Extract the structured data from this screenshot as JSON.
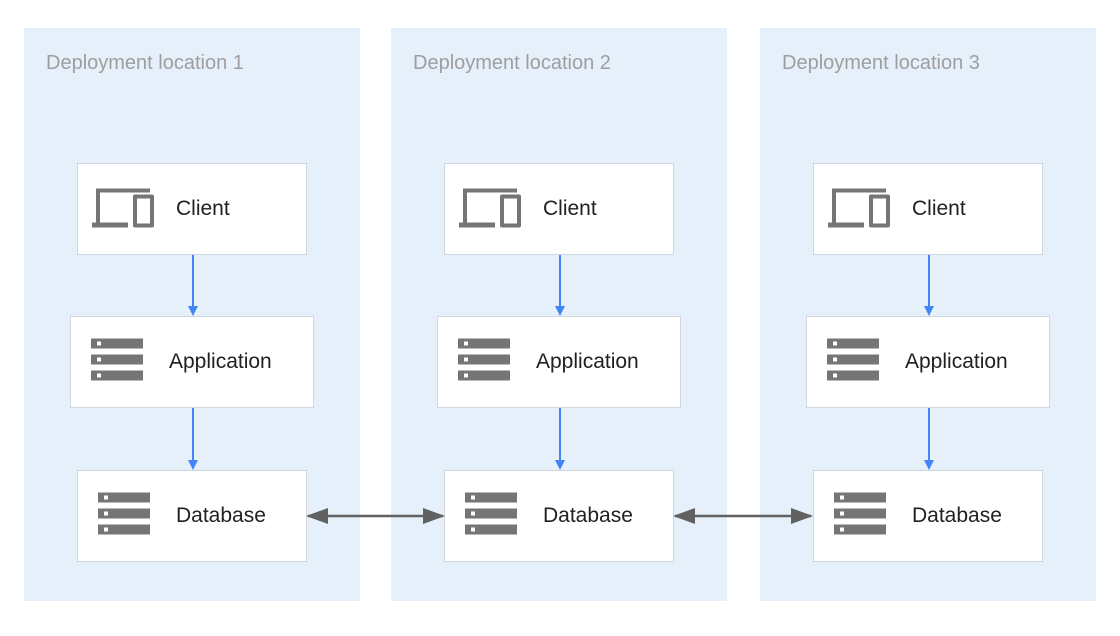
{
  "colors": {
    "panel_bg": "#e6f0fb",
    "flow_arrow": "#4285f4",
    "replication_arrow": "#616161",
    "icon": "#757575"
  },
  "locations": [
    {
      "title": "Deployment location 1",
      "client": {
        "label": "Client",
        "icon": "devices-icon"
      },
      "application": {
        "label": "Application",
        "icon": "server-icon"
      },
      "database": {
        "label": "Database",
        "icon": "server-icon"
      }
    },
    {
      "title": "Deployment location 2",
      "client": {
        "label": "Client",
        "icon": "devices-icon"
      },
      "application": {
        "label": "Application",
        "icon": "server-icon"
      },
      "database": {
        "label": "Database",
        "icon": "server-icon"
      }
    },
    {
      "title": "Deployment location 3",
      "client": {
        "label": "Client",
        "icon": "devices-icon"
      },
      "application": {
        "label": "Application",
        "icon": "server-icon"
      },
      "database": {
        "label": "Database",
        "icon": "server-icon"
      }
    }
  ],
  "connections": [
    {
      "from": "Client",
      "to": "Application",
      "direction": "one-way"
    },
    {
      "from": "Application",
      "to": "Database",
      "direction": "one-way"
    },
    {
      "from": "Database 1",
      "to": "Database 2",
      "direction": "bidirectional"
    },
    {
      "from": "Database 2",
      "to": "Database 3",
      "direction": "bidirectional"
    }
  ]
}
